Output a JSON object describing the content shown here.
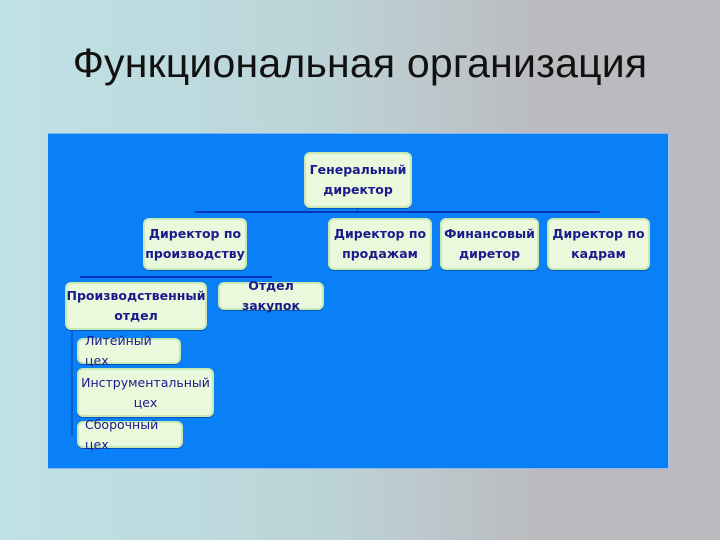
{
  "slide": {
    "title": "Функциональная организация"
  },
  "colors": {
    "panel_background": "#0a80f8",
    "box_fill": "#eaf8dc",
    "box_text": "#1a1a8c",
    "connector": "#0a35b8"
  },
  "org_chart": {
    "root": {
      "line1": "Генеральный",
      "line2": "директор"
    },
    "directors": [
      {
        "line1": "Директор по",
        "line2": "производству"
      },
      {
        "line1": "Директор по",
        "line2": "продажам"
      },
      {
        "line1": "Финансовый",
        "line2": "диретор"
      },
      {
        "line1": "Директор по",
        "line2": "кадрам"
      }
    ],
    "production_units": [
      {
        "line1": "Производственный",
        "line2": "отдел"
      },
      {
        "line1": "Отдел закупок"
      }
    ],
    "workshops": [
      {
        "line1": "Литейный цех"
      },
      {
        "line1": "Инструментальный",
        "line2": "цех"
      },
      {
        "line1": "Сборочный цех"
      }
    ]
  }
}
